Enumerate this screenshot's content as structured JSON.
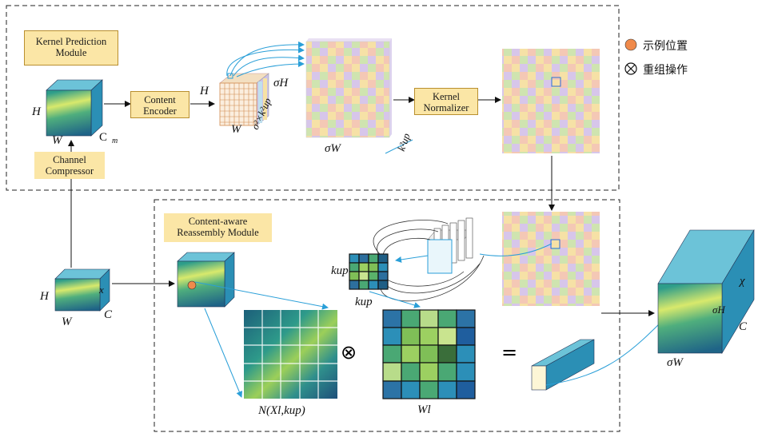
{
  "modules": {
    "kernel_prediction": "Kernel Prediction Module",
    "content_aware_reassembly": "Content-aware Reassembly Module"
  },
  "blocks": {
    "content_encoder": "Content Encoder",
    "kernel_normalizer": "Kernel Normalizer",
    "channel_compressor": "Channel Compressor"
  },
  "labels": {
    "h1": "H",
    "w1": "W",
    "cm": "C",
    "cm_sub": "m",
    "h2": "H",
    "w2": "W",
    "enc_depth": "σ²×k²up",
    "sigma_h": "σH",
    "sigma_w": "σW",
    "k2up": "k²up",
    "h3": "H",
    "w3": "W",
    "c3": "C",
    "x3": "x",
    "kup_a": "kup",
    "kup_b": "kup",
    "n_label": "N(Xl,kup)",
    "w_label": "Wl",
    "out_chi": "χ",
    "out_sh": "σH",
    "out_sw": "σW",
    "out_c": "C",
    "otimes": "⊗",
    "equals": "="
  },
  "legend": {
    "example_position": "示例位置",
    "reassembly_op": "重组操作"
  },
  "colors": {
    "label_bg": "#fbe6a6",
    "arrow_blue": "#2a9fd8",
    "cube_top": "#5fb5d0",
    "cube_side": "#2b8fb5",
    "sample_dot": "#f08a4b"
  }
}
